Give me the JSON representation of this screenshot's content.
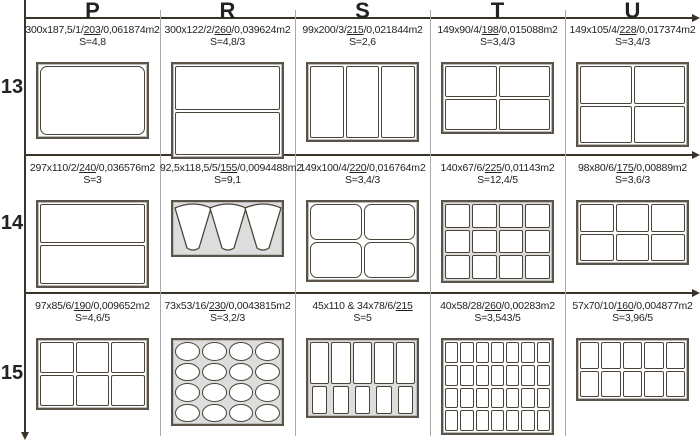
{
  "columns": [
    "P",
    "R",
    "S",
    "T",
    "U"
  ],
  "rows": [
    {
      "label": "13",
      "cells": [
        {
          "pre": "300x187,5/1/",
          "u": "203",
          "post": "/0,061874m2",
          "s": "S=4,8"
        },
        {
          "pre": "300x122/2/",
          "u": "260",
          "post": "/0,039624m2",
          "s": "S=4,8/3"
        },
        {
          "pre": "99x200/3/",
          "u": "215",
          "post": "/0,021844m2",
          "s": "S=2,6"
        },
        {
          "pre": "149x90/4/",
          "u": "198",
          "post": "/0,015088m2",
          "s": "S=3,4/3"
        },
        {
          "pre": "149x105/4/",
          "u": "228",
          "post": "/0,017374m2",
          "s": "S=3,4/3"
        }
      ]
    },
    {
      "label": "14",
      "cells": [
        {
          "pre": "297x110/2/",
          "u": "240",
          "post": "/0,036576m2",
          "s": "S=3"
        },
        {
          "pre": "92,5x118,5/5/",
          "u": "155",
          "post": "/0,0094488m2",
          "s": "S=9,1"
        },
        {
          "pre": "149x100/4/",
          "u": "220",
          "post": "/0,016764m2",
          "s": "S=3,4/3"
        },
        {
          "pre": "140x67/6/",
          "u": "225",
          "post": "/0,01143m2",
          "s": "S=12,4/5"
        },
        {
          "pre": "98x80/6/",
          "u": "175",
          "post": "/0,00889m2",
          "s": "S=3,6/3"
        }
      ]
    },
    {
      "label": "15",
      "cells": [
        {
          "pre": "97x85/6/",
          "u": "190",
          "post": "/0,009652m2",
          "s": "S=4,6/5"
        },
        {
          "pre": "73x53/16/",
          "u": "230",
          "post": "/0,0043815m2",
          "s": "S=3,2/3"
        },
        {
          "pre": "45x110 & 34x78/6/",
          "u": "215",
          "post": "",
          "s": "S=5"
        },
        {
          "pre": "40x58/28/",
          "u": "260",
          "post": "/0,00283m2",
          "s": "S=3,543/5"
        },
        {
          "pre": "57x70/10/",
          "u": "160",
          "post": "/0,004877m2",
          "s": "S=3,96/5"
        }
      ]
    }
  ],
  "trays": [
    [
      {
        "grid": [
          1,
          1
        ],
        "round": true
      },
      {
        "grid": [
          2,
          1
        ]
      },
      {
        "grid": [
          1,
          3
        ]
      },
      {
        "grid": [
          2,
          2
        ]
      },
      {
        "grid": [
          2,
          2
        ]
      }
    ],
    [
      {
        "grid": [
          2,
          1
        ]
      },
      {
        "kind": "wedges",
        "count": 3
      },
      {
        "grid": [
          2,
          2
        ],
        "round": true
      },
      {
        "grid": [
          3,
          4
        ],
        "gray": true
      },
      {
        "grid": [
          2,
          3
        ]
      }
    ],
    [
      {
        "grid": [
          2,
          3
        ]
      },
      {
        "kind": "lattice",
        "grid": [
          4,
          4
        ]
      },
      {
        "kind": "tallshort",
        "count": 5
      },
      {
        "grid": [
          4,
          7
        ]
      },
      {
        "grid": [
          2,
          5
        ]
      }
    ]
  ]
}
